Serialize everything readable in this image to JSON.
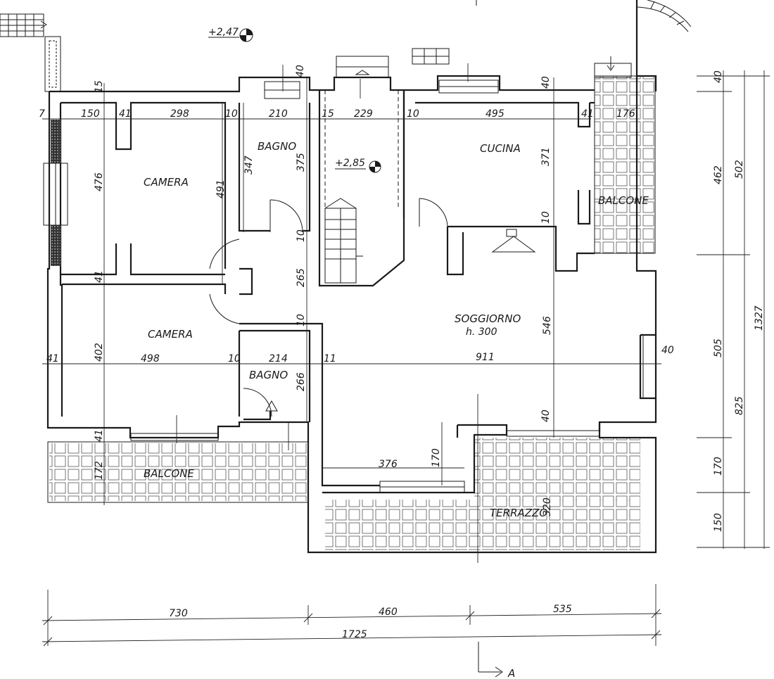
{
  "rooms": {
    "camera_top": "CAMERA",
    "camera_bottom": "CAMERA",
    "bagno_top": "BAGNO",
    "bagno_bottom": "BAGNO",
    "cucina": "CUCINA",
    "soggiorno": "SOGGIORNO",
    "soggiorno_height": "h. 300",
    "balcone_right": "BALCONE",
    "balcone_bottom": "BALCONE",
    "terrazzo": "TERRAZZO"
  },
  "levels": {
    "outside": "+2,47",
    "stair": "+2,85"
  },
  "section_marker": "A",
  "dimensions": {
    "top_row": [
      "7",
      "150",
      "41",
      "298",
      "10",
      "210",
      "15",
      "229",
      "10",
      "495",
      "41",
      "176"
    ],
    "top_wall_40a": "40",
    "top_wall_40b": "40",
    "top_15": "15",
    "left_476": "476",
    "camera_491": "491",
    "bagno_347": "347",
    "bagno_375": "375",
    "cucina_371": "371",
    "wall_10_a": "10",
    "wall_10_b": "10",
    "wall_10_c": "10",
    "wall_41_left": "41",
    "hall_265": "265",
    "middle_row": [
      "41",
      "498",
      "10",
      "214",
      "11",
      "911"
    ],
    "right_40": "40",
    "camera_402": "402",
    "bagno_266": "266",
    "soggiorno_546": "546",
    "wall_41_bottom": "41",
    "balcone_172": "172",
    "terrace_40": "40",
    "d_170": "170",
    "d_376": "376",
    "terrazzo_320": "320",
    "right_chain_outer": [
      "40",
      "462",
      "505",
      "170",
      "150"
    ],
    "right_chain_inner": [
      "502",
      "825"
    ],
    "right_total": "1327",
    "bottom_chain": [
      "730",
      "460",
      "535"
    ],
    "bottom_total": "1725"
  }
}
